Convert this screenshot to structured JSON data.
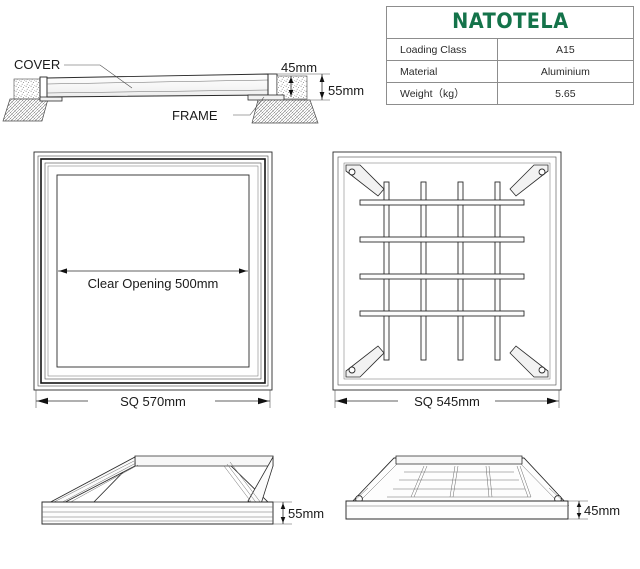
{
  "title_block": {
    "logo": "NATOTELA",
    "logo_color": "#14734a",
    "rows": [
      {
        "label": "Loading Class",
        "value": "A15"
      },
      {
        "label": "Material",
        "value": "Aluminium"
      },
      {
        "label": "Weight（kg）",
        "value": "5.65"
      }
    ]
  },
  "section_view": {
    "cover_label": "COVER",
    "frame_label": "FRAME",
    "dim_cover_thickness": "45mm",
    "dim_total_depth": "55mm"
  },
  "frame_plan": {
    "clear_opening": "Clear Opening 500mm",
    "outer_dim": "SQ 570mm"
  },
  "cover_plan": {
    "outer_dim": "SQ 545mm",
    "vertical_ribs": 4,
    "horizontal_ribs": 4,
    "corner_brackets": 4,
    "bolt_holes": 4
  },
  "frame_iso": {
    "dim_height": "55mm"
  },
  "cover_iso": {
    "dim_thickness": "45mm"
  },
  "colors": {
    "line": "#2b2b2b",
    "thin_line": "#4a4a4a",
    "brand_green": "#14734a",
    "background": "#ffffff"
  }
}
